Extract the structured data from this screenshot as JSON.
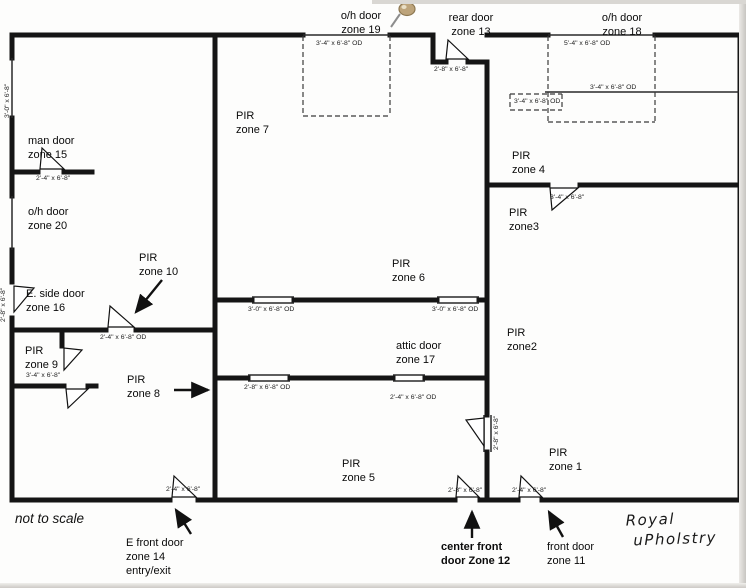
{
  "icons": {
    "pushpin": "pushpin"
  },
  "note": "not to scale",
  "brand": {
    "line1": "Royal",
    "line2": "uPholstry"
  },
  "zones": {
    "z19": {
      "l1": "o/h door",
      "l2": "zone 19"
    },
    "z13": {
      "l1": "rear door",
      "l2": "zone 13"
    },
    "z18": {
      "l1": "o/h door",
      "l2": "zone 18"
    },
    "z15": {
      "l1": "man door",
      "l2": "zone 15"
    },
    "z7": {
      "l1": "PIR",
      "l2": "zone 7"
    },
    "z20": {
      "l1": "o/h door",
      "l2": "zone 20"
    },
    "z10": {
      "l1": "PIR",
      "l2": "zone 10"
    },
    "z16": {
      "l1": "E. side door",
      "l2": "zone 16"
    },
    "z9": {
      "l1": "PIR",
      "l2": "zone 9"
    },
    "z8": {
      "l1": "PIR",
      "l2": "zone 8"
    },
    "z6": {
      "l1": "PIR",
      "l2": "zone 6"
    },
    "z17": {
      "l1": "attic door",
      "l2": "zone 17"
    },
    "z4": {
      "l1": "PIR",
      "l2": "zone 4"
    },
    "z3": {
      "l1": "PIR",
      "l2": "zone3"
    },
    "z2": {
      "l1": "PIR",
      "l2": "zone2"
    },
    "z1": {
      "l1": "PIR",
      "l2": "zone 1"
    },
    "z5": {
      "l1": "PIR",
      "l2": "zone 5"
    },
    "z14": {
      "l1": "E front door",
      "l2": "zone 14",
      "l3": "entry/exit"
    },
    "z12": {
      "l1": "center front",
      "l2": "door Zone 12"
    },
    "z11": {
      "l1": "front door",
      "l2": "zone 11"
    }
  },
  "dims": {
    "d1": "3'-0\" x 6'-8\"",
    "d2": "2'-4\" x 6'-8\"",
    "d3": "2'-8\" x 6'-8\"",
    "d4": "2'-4\" x 6'-8\" OD",
    "d5": "3'-4\" x 6'-8\"",
    "d6": "3'-0\" x 6'-8\" OD",
    "d7": "3'-0\" x 6'-8\" OD",
    "d8": "2'-8\" x 6'-8\" OD",
    "d9": "2'-4\" x 6'-8\" OD",
    "d10": "2'-8\" x 6'-8\"",
    "d11": "3'-4\" x 6'-8\" OD",
    "d12": "5'-4\" x 6'-8\" OD",
    "d13": "3'-4\" x 6'-8\" OD",
    "d14": "3'-4\" x 6'-8\" OD",
    "d15": "3'-4\" x 6'-8\"",
    "d16": "2'-8\" x 6'-8\"",
    "d17": "2'-4\" x 6'-8\"",
    "d18": "2'-8\" x 6'-8\"",
    "d19": "2'-4\" x 6'-8\""
  }
}
